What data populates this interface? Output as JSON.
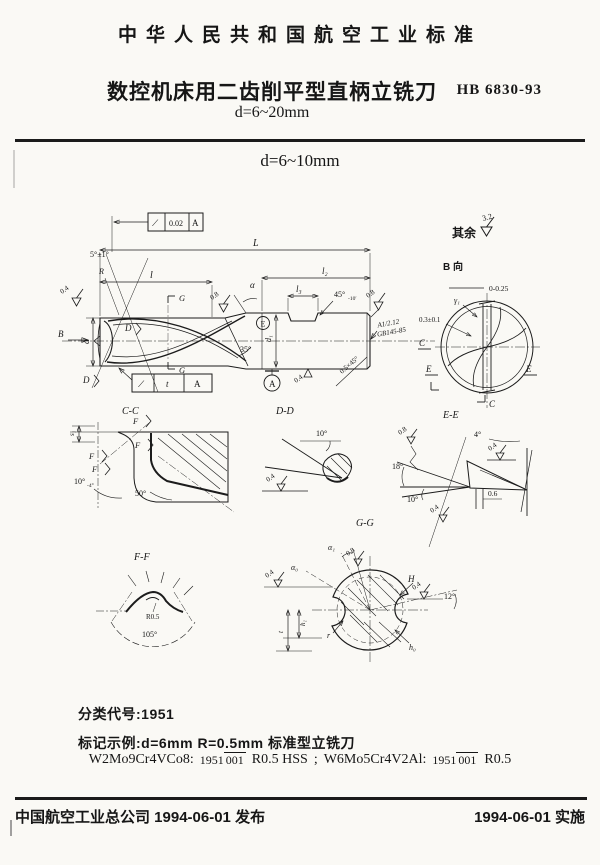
{
  "header": {
    "standard_name": "中华人民共和国航空工业标准",
    "title": "数控机床用二齿削平型直柄立铣刀",
    "code": "HB 6830-93",
    "range": "d=6~20mm",
    "sub_range": "d=6~10mm"
  },
  "drawing": {
    "surface_note": "其余",
    "surface_value": "3.2",
    "frame_top": {
      "sym": "⟋",
      "val": "0.02",
      "datum": "A"
    },
    "frame_bot": {
      "sym": "⟋",
      "val": "t",
      "datum": "A"
    },
    "main": {
      "L": "L",
      "l": "l",
      "l2": "l₂",
      "l3": "l₃",
      "d": "d",
      "d1": "d₁",
      "B": "B",
      "D": "D",
      "G": "G",
      "R": "R",
      "alpha": "α",
      "angle5": "5°±1°",
      "angle35": "35°",
      "angle45": "45°",
      "angle45_tol": "-10′",
      "weld": "E",
      "datum": "A",
      "r04": "0.4",
      "r08": "0.8",
      "hole1": "A1/2.12",
      "hole2": "GB145-85",
      "chamfer": "0.5×45°"
    },
    "view_b": {
      "title": "B 向",
      "web": "0-0.25",
      "gamma": "γ₁",
      "edge": "0.3±0.1",
      "C": "C",
      "E": "E"
    },
    "sec_cc": {
      "title": "C-C",
      "F": "F",
      "s1": "s₁",
      "a10": "10°",
      "a10_tol": "-4°",
      "a50": "50°"
    },
    "sec_dd": {
      "title": "D-D",
      "a10": "10°",
      "r04": "0.4"
    },
    "sec_ee": {
      "title": "E-E",
      "r08": "0.8",
      "a4": "4°",
      "r04": "0.4",
      "a18": "18°",
      "a10": "10°",
      "w06": "0.6"
    },
    "sec_ff": {
      "title": "F-F",
      "rad": "R0.5",
      "a105": "105°"
    },
    "sec_gg": {
      "title": "G-G",
      "a1": "α₁",
      "a0": "α₀",
      "r08": "0.8",
      "r04": "0.4",
      "H": "H",
      "a12": "12°",
      "h1": "h₁",
      "t": "t",
      "r": "r",
      "h0": "h₀"
    }
  },
  "notes": {
    "class_code": "分类代号:1951",
    "example": "标记示例:d=6mm   R=0.5mm 标准型立铣刀",
    "mat": {
      "m1": "W2Mo9Cr4VCo8:",
      "f1n": "1951",
      "f1d": "001",
      "t1": "R0.5 HSS",
      "sep": ";",
      "m2": "W6Mo5Cr4V2Al:",
      "f2n": "1951",
      "f2d": "001",
      "t2": "R0.5"
    }
  },
  "footer": {
    "left": "中国航空工业总公司 1994-06-01 发布",
    "right": "1994-06-01 实施"
  }
}
